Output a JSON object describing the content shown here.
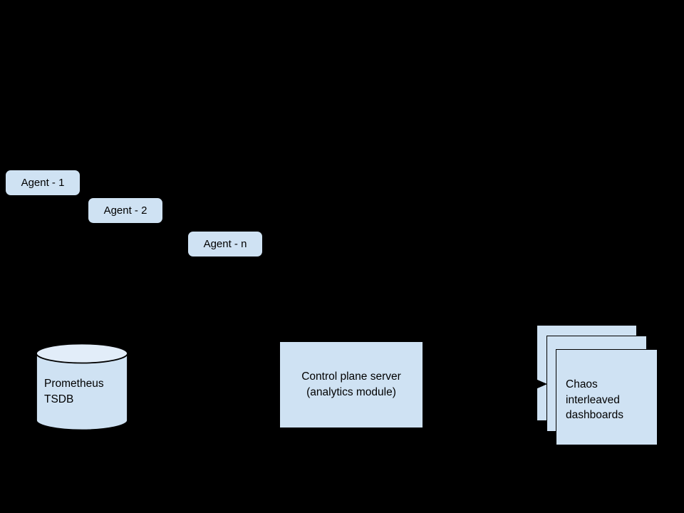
{
  "colors": {
    "background": "#000000",
    "node-fill": "#cfe2f3",
    "cylinder-top-fill": "#e2edf9",
    "outline": "#000000",
    "text": "#000000"
  },
  "agents": [
    {
      "label": "Agent - 1"
    },
    {
      "label": "Agent - 2"
    },
    {
      "label": "Agent - n"
    }
  ],
  "prometheus": {
    "lines": [
      "Prometheus",
      "TSDB"
    ]
  },
  "control_plane": {
    "lines": [
      "Control plane server",
      "(analytics module)"
    ]
  },
  "dashboards": {
    "lines": [
      "Chaos",
      "interleaved",
      "dashboards"
    ]
  }
}
